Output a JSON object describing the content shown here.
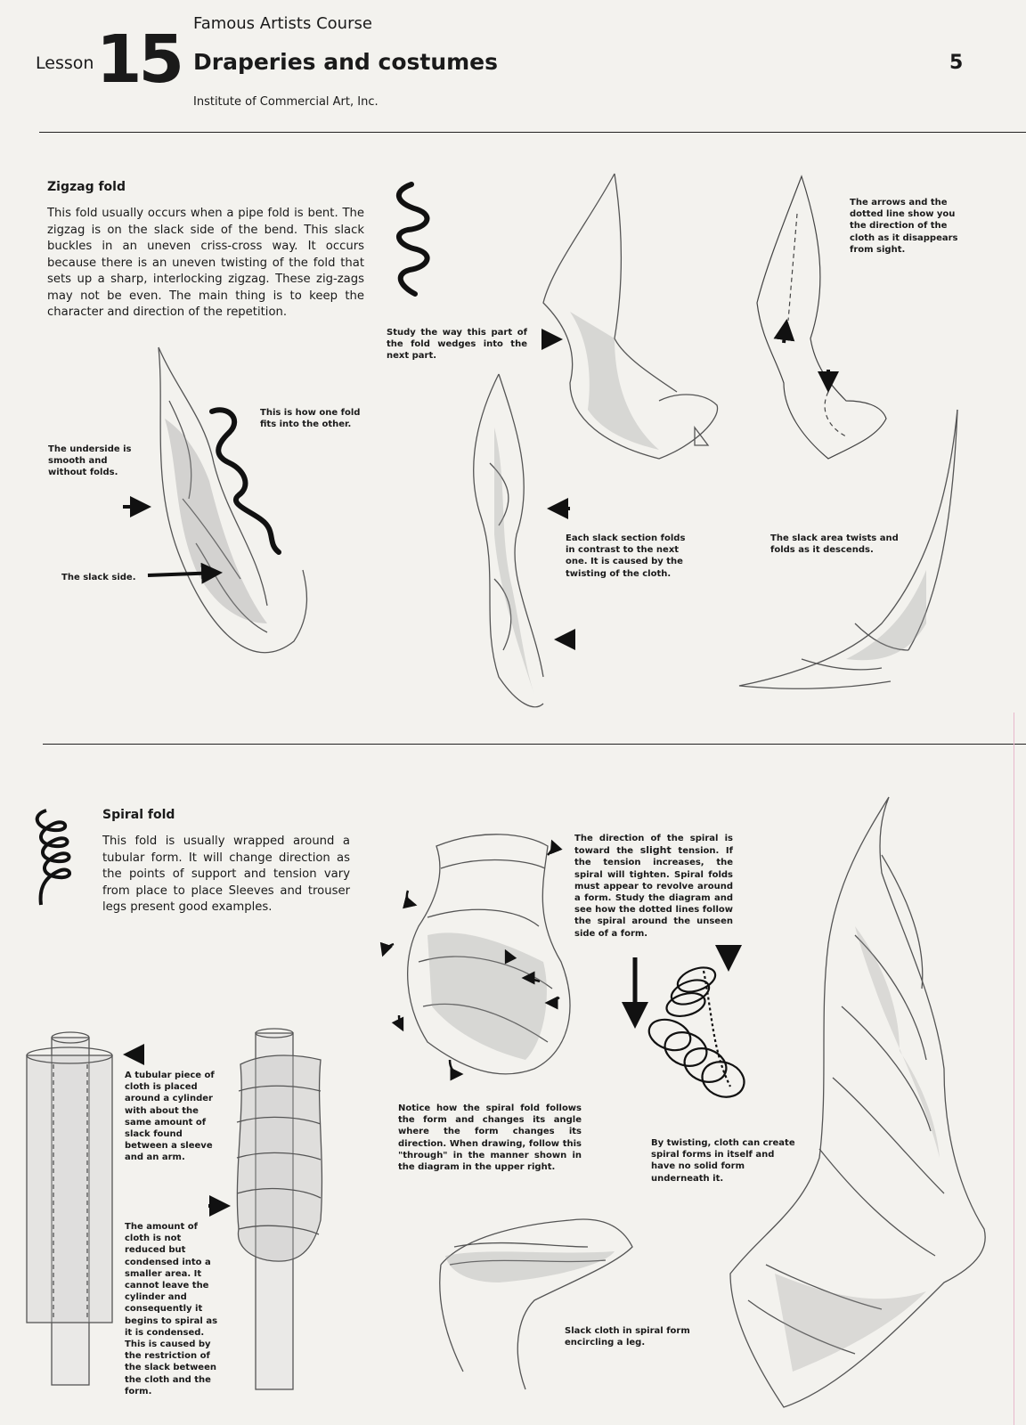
{
  "header": {
    "course": "Famous Artists Course",
    "lesson_label": "Lesson",
    "lesson_number": "15",
    "title": "Draperies and costumes",
    "institute": "Institute of Commercial Art, Inc.",
    "page_number": "5"
  },
  "zigzag": {
    "title": "Zigzag fold",
    "body": "This fold usually occurs when a pipe fold is bent. The zigzag is on the slack side of the bend. This slack buckles in an uneven criss-cross way. It occurs because there is an uneven twisting of the fold that sets up a sharp, interlocking zigzag. These zig-zags may not be even. The main thing is to keep the character and direction of the repetition.",
    "captions": {
      "study_wedges": "Study the way this part of the fold wedges into the next part.",
      "arrows_dotted": "The arrows and the dotted line show you the direction of the cloth as it disappears from sight.",
      "one_fold_fits": "This is how one fold fits into the other.",
      "underside": "The underside is smooth and without folds.",
      "slack_side": "The slack side.",
      "each_slack": "Each slack section folds in contrast to the next one. It is caused by the twisting of the cloth.",
      "slack_twists": "The slack area twists and folds as it descends."
    }
  },
  "spiral": {
    "title": "Spiral fold",
    "body": "This fold is usually wrapped around a tubular form. It will change direction as the points of support and tension vary from place to place Sleeves and trouser legs present good examples.",
    "captions": {
      "direction_pre": "The direction of the spiral is toward the ",
      "direction_bold": "slight",
      "direction_post": " tension. If the tension increases, the spiral will tighten. Spiral folds must appear to revolve around a form. Study the diagram and see how the dotted lines follow the spiral around the unseen side of a form.",
      "tubular_piece": "A tubular piece of cloth is placed around a cylinder with about the same amount of slack found between a sleeve and an arm.",
      "notice_follows": "Notice how the spiral fold follows the form and changes its angle where the form changes its direction. When drawing, follow this \"through\" in the manner shown in the diagram in the upper right.",
      "by_twisting": "By twisting, cloth can create spiral forms in itself and have no solid form underneath it.",
      "amount_cloth": "The amount of cloth is not reduced but condensed into a smaller area. It cannot leave the cylinder and consequently it begins to spiral as it is condensed. This is caused by the restriction of the slack between the cloth and the form.",
      "slack_leg": "Slack cloth in spiral form encircling a leg."
    }
  }
}
